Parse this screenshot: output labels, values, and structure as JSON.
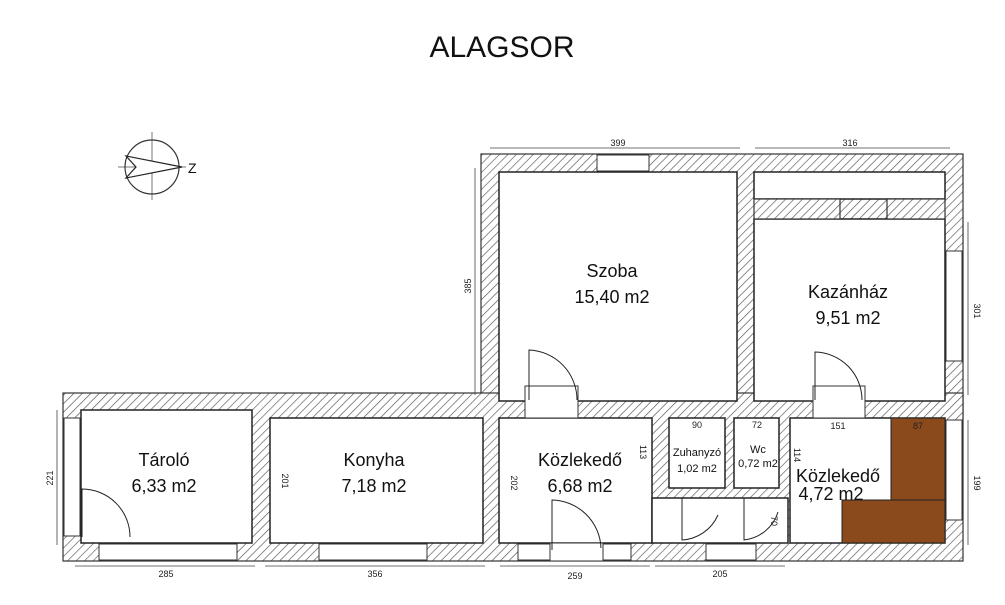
{
  "title": "ALAGSOR",
  "compass": {
    "label": "Z"
  },
  "rooms": [
    {
      "name": "Szoba",
      "area": "15,40 m2"
    },
    {
      "name": "Kazánház",
      "area": "9,51 m2"
    },
    {
      "name": "Tároló",
      "area": "6,33 m2"
    },
    {
      "name": "Konyha",
      "area": "7,18 m2"
    },
    {
      "name": "Közlekedő",
      "area": "6,68 m2"
    },
    {
      "name": "Zuhanyzó",
      "area": "1,02 m2"
    },
    {
      "name": "Wc",
      "area": "0,72 m2"
    },
    {
      "name": "Közlekedő",
      "area": "4,72 m2"
    }
  ],
  "dimensions": {
    "top_szoba": "399",
    "top_kazanhaz": "316",
    "left_szoba": "385",
    "right_kazanhaz": "301",
    "left_taroló": "221",
    "right_kozlekedo": "199",
    "bottom_taroló": "285",
    "bottom_konyha": "356",
    "bottom_kozlekedo": "259",
    "bottom_zuhany_wc": "205",
    "konyha_height": "201",
    "kozlekedo_height": "202",
    "kozlekedo_side": "113",
    "zuhany_width": "90",
    "wc_width": "72",
    "wc_height": "114",
    "wc_door": "70",
    "kozlekedo2_width": "151",
    "stair_width": "87"
  },
  "colors": {
    "stair": "#8B4A1C",
    "wall_stroke": "#333333"
  }
}
